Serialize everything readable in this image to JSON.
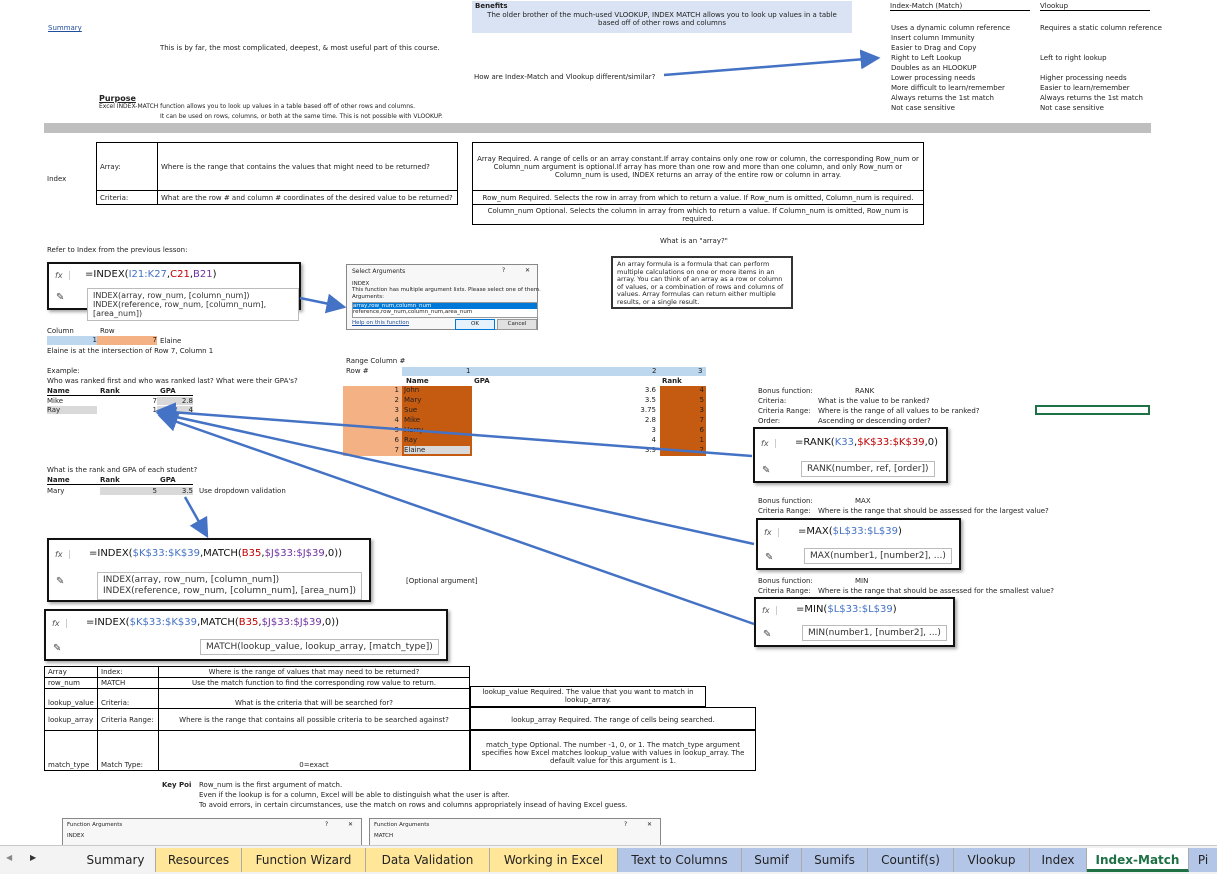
{
  "summary_link": "Summary",
  "intro": "This is by far, the most complicated, deepest, & most useful part of this course.",
  "purpose": {
    "title": "Purpose",
    "line1": "Excel INDEX-MATCH function allows you to look up values in a table based off of other rows and columns.",
    "line2": "It can be used on rows, columns, or both at the same time. This is not possible with VLOOKUP."
  },
  "benefits": {
    "title": "Benefits",
    "text": "The older brother of the much-used VLOOKUP, INDEX MATCH allows you to look up values in a table based off of other rows and columns",
    "question": "How are Index-Match and Vlookup different/similar?"
  },
  "comparison": {
    "header_im": "Index-Match (Match)",
    "header_vl": "Vlookup",
    "im_items": [
      "Uses a dynamic column reference",
      "Insert column Immunity",
      "Easier to Drag and Copy",
      "Right to Left Lookup",
      "Doubles as an HLOOKUP",
      "Lower processing needs",
      "More difficult to learn/remember",
      "Always returns the 1st match",
      "Not case sensitive"
    ],
    "vl_items": [
      "Requires a static column reference",
      "",
      "",
      "Left to right lookup",
      "",
      "Higher processing needs",
      "Easier to learn/remember",
      "Always returns the 1st match",
      "Not case sensitive"
    ]
  },
  "index_table": {
    "label": "Index",
    "array_label": "Array:",
    "array_q": "Where is the range that contains the values that might need to be returned?",
    "criteria_label": "Criteria:",
    "criteria_q": "What are the row # and column # coordinates of the desired value to be returned?",
    "array_desc": "Array    Required. A range of cells or an array constant.If array contains only one row or column, the corresponding Row_num or Column_num argument is optional.If array has more than one row and more than one column, and only Row_num or Column_num is used, INDEX returns an array of the entire row or column in array.",
    "rownum_desc": "Row_num    Required. Selects the row in array from which to return a value. If Row_num is omitted, Column_num is required.",
    "colnum_desc": "Column_num    Optional. Selects the column in array from which to return a value. If Column_num is omitted, Row_num is required."
  },
  "array_question": "What is an \"array?\"",
  "array_def": "An array formula is a formula that can perform multiple calculations on one or more items in an array. You can think of an array as a row or column of values, or a combination of rows and columns of values. Array formulas can return either multiple results, or a single result.",
  "refer_text": "Refer to Index from the previous lesson:",
  "formula1": {
    "fx": "fx",
    "prefix": "=INDEX(",
    "ref1": "I21:K27",
    "sep1": ",",
    "ref2": "C21",
    "sep2": ",",
    "ref3": "B21",
    "suffix": ")",
    "tip1": "INDEX(array, row_num, [column_num])",
    "tip2": "INDEX(reference, row_num, [column_num], [area_num])"
  },
  "dialog1": {
    "title": "Select Arguments",
    "help": "?",
    "close": "✕",
    "fn": "INDEX",
    "desc": "This function has multiple argument lists.  Please select one of them.",
    "args_label": "Arguments:",
    "opt1": "array,row_num,column_num",
    "opt2": "reference,row_num,column_num,area_num",
    "help_link": "Help on this function",
    "ok": "OK",
    "cancel": "Cancel"
  },
  "colrow": {
    "col_label": "Column",
    "row_label": "Row",
    "col_val": "1",
    "row_val": "7",
    "name": "Elaine",
    "note": "Elaine is at the intersection of Row 7, Column 1"
  },
  "example": {
    "label": "Example:",
    "question": "Who was ranked first and who was ranked last? What were their GPA's?",
    "headers": [
      "Name",
      "Rank",
      "GPA"
    ],
    "rows": [
      [
        "Mike",
        "7",
        "2.8"
      ],
      [
        "Ray",
        "1",
        "4"
      ]
    ]
  },
  "range_table": {
    "range_label": "Range Column #",
    "row_label": "Row #",
    "col_nums": [
      "1",
      "2",
      "3"
    ],
    "headers": [
      "Name",
      "GPA",
      "Rank"
    ],
    "rows": [
      [
        "1",
        "John",
        "3.6",
        "4"
      ],
      [
        "2",
        "Mary",
        "3.5",
        "5"
      ],
      [
        "3",
        "Sue",
        "3.75",
        "3"
      ],
      [
        "4",
        "Mike",
        "2.8",
        "7"
      ],
      [
        "5",
        "Harry",
        "3",
        "6"
      ],
      [
        "6",
        "Ray",
        "4",
        "1"
      ],
      [
        "7",
        "Elaine",
        "3.9",
        "2"
      ]
    ]
  },
  "bonus_rank": {
    "title_label": "Bonus function:",
    "title_val": "RANK",
    "criteria_label": "Criteria:",
    "criteria_val": "What is the value to be ranked?",
    "range_label": "Criteria Range:",
    "range_val": "Where is the range of all values to be ranked?",
    "order_label": "Order:",
    "order_val": "Ascending or descending order?",
    "f_prefix": "=RANK(",
    "f_ref1": "K33",
    "f_sep": ",",
    "f_ref2": "$K$33:$K$39",
    "f_suffix": ",0)",
    "tip": "RANK(number, ref, [order])"
  },
  "bonus_max": {
    "title_label": "Bonus function:",
    "title_val": "MAX",
    "range_label": "Criteria Range:",
    "range_val": "Where is the range that should be assessed for the largest value?",
    "f_prefix": "=MAX(",
    "f_ref": "$L$33:$L$39",
    "f_suffix": ")",
    "tip": "MAX(number1, [number2], ...)"
  },
  "bonus_min": {
    "title_label": "Bonus function:",
    "title_val": "MIN",
    "range_label": "Criteria Range:",
    "range_val": "Where is the range that should be assessed for the smallest value?",
    "f_prefix": "=MIN(",
    "f_ref": "$L$33:$L$39",
    "f_suffix": ")",
    "tip": "MIN(number1, [number2], ...)"
  },
  "rank_question": {
    "text": "What is the rank and GPA of each student?",
    "headers": [
      "Name",
      "Rank",
      "GPA"
    ],
    "row": [
      "Mary",
      "5",
      "3.5"
    ],
    "note": "Use dropdown validation"
  },
  "formula2": {
    "prefix": "=INDEX(",
    "ref1": "$K$33:$K$39",
    "mid": ",MATCH(",
    "ref2": "B35",
    "sep": ",",
    "ref3": "$J$33:$J$39",
    "suffix": ",0))",
    "tip1": "INDEX(array, row_num, [column_num])",
    "tip2": "INDEX(reference, row_num, [column_num], [area_num])"
  },
  "optional_arg": "[Optional argument]",
  "formula3": {
    "prefix": "=INDEX(",
    "ref1": "$K$33:$K$39",
    "mid": ",MATCH(",
    "ref2": "B35",
    "sep": ",",
    "ref3": "$J$33:$J$39",
    "suffix": ",0))",
    "tip": "MATCH(lookup_value, lookup_array, [match_type])"
  },
  "match_table": {
    "rows": [
      [
        "Array",
        "Index:",
        "Where is the range of values that may need to be returned?"
      ],
      [
        "row_num",
        "MATCH",
        "Use the match function to find the corresponding row value to return."
      ],
      [
        "lookup_value",
        "Criteria:",
        "What is the criteria that will be searched for?"
      ],
      [
        "lookup_array",
        "Criteria Range:",
        "Where is the range that contains all possible criteria to be searched against?"
      ],
      [
        "match_type",
        "Match Type:",
        "0=exact"
      ]
    ],
    "lookup_value_desc": "lookup_value    Required. The value that you want to match in lookup_array.",
    "lookup_array_desc": "lookup_array    Required. The range of cells being searched.",
    "match_type_desc": "match_type    Optional. The number -1, 0, or 1. The match_type argument specifies how Excel matches lookup_value with values in lookup_array. The default value for this argument is 1."
  },
  "key_points": {
    "label": "Key Poi",
    "p1": "Row_num is the first argument of match.",
    "p2": "Even if the lookup is for a column, Excel will be able to distinguish what the user is after.",
    "p3": "To avoid errors, in certain circumstances, use the match on rows and columns appropriately insead of having Excel guess."
  },
  "fa1": {
    "title": "Function Arguments",
    "fn": "INDEX",
    "help": "?",
    "close": "✕"
  },
  "fa2": {
    "title": "Function Arguments",
    "fn": "MATCH",
    "help": "?",
    "close": "✕"
  },
  "tabs": [
    "Summary",
    "Resources",
    "Function Wizard",
    "Data Validation",
    "Working in Excel",
    "Text to Columns",
    "Sumif",
    "Sumifs",
    "Countif(s)",
    "Vlookup",
    "Index",
    "Index-Match",
    "Pi"
  ],
  "nav": {
    "prev": "◀",
    "next": "▶"
  },
  "colors": {
    "accent": "#4472c4",
    "orange": "#c55a11",
    "peach": "#f4b183",
    "blue": "#bdd7ee",
    "active_tab": "#1e7145"
  }
}
